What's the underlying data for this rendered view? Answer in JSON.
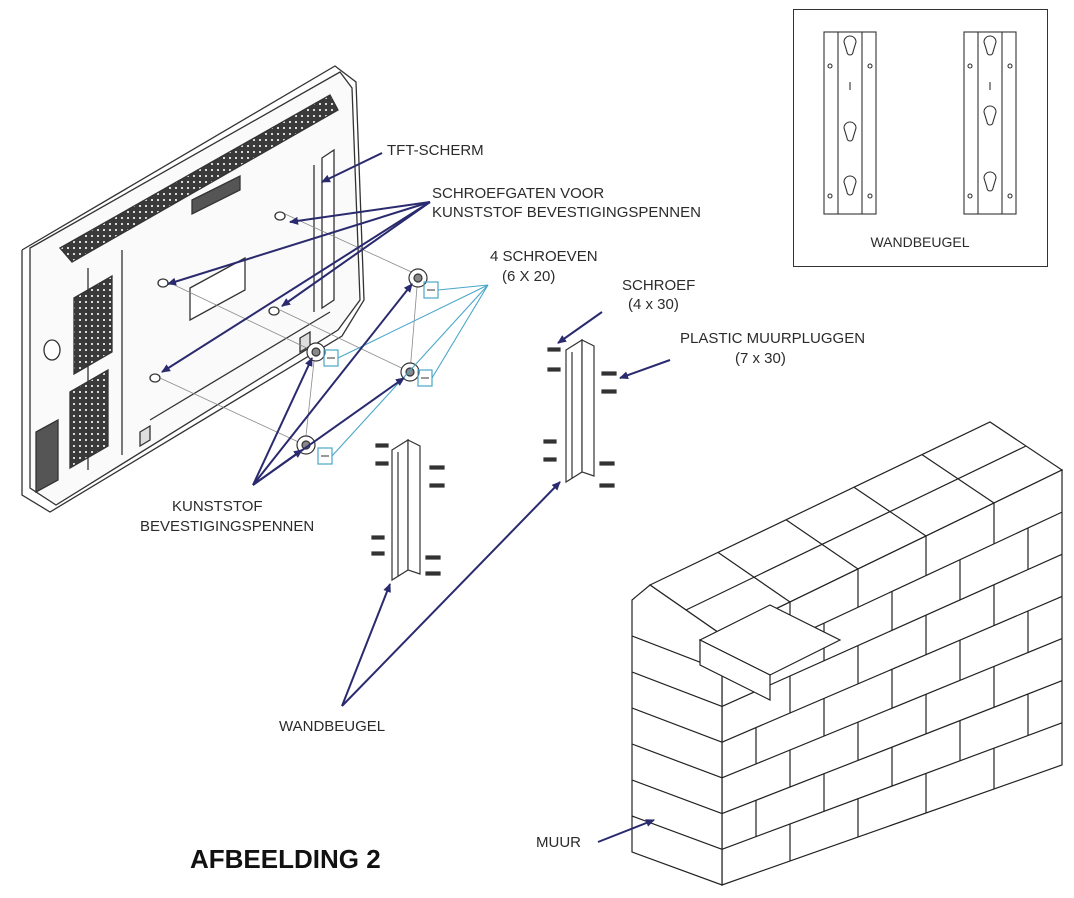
{
  "figure_title": "AFBEELDING 2",
  "labels": {
    "tft_screen": "TFT-SCHERM",
    "screw_holes_line1": "SCHROEFGATEN VOOR",
    "screw_holes_line2": "KUNSTSTOF BEVESTIGINGSPENNEN",
    "four_screws_line1": "4 SCHROEVEN",
    "four_screws_line2": "(6 X 20)",
    "screw_line1": "SCHROEF",
    "screw_line2": "(4 x 30)",
    "wall_plugs_line1": "PLASTIC MUURPLUGGEN",
    "wall_plugs_line2": "(7 x 30)",
    "plastic_pins_line1": "KUNSTSTOF",
    "plastic_pins_line2": "BEVESTIGINGSPENNEN",
    "wall_bracket": "WANDBEUGEL",
    "wall": "MUUR"
  },
  "inset": {
    "caption": "WANDBEUGEL"
  },
  "colors": {
    "arrow_dark": "#2a2a6e",
    "arrow_cyan": "#4aa7c9",
    "line": "#333333"
  }
}
